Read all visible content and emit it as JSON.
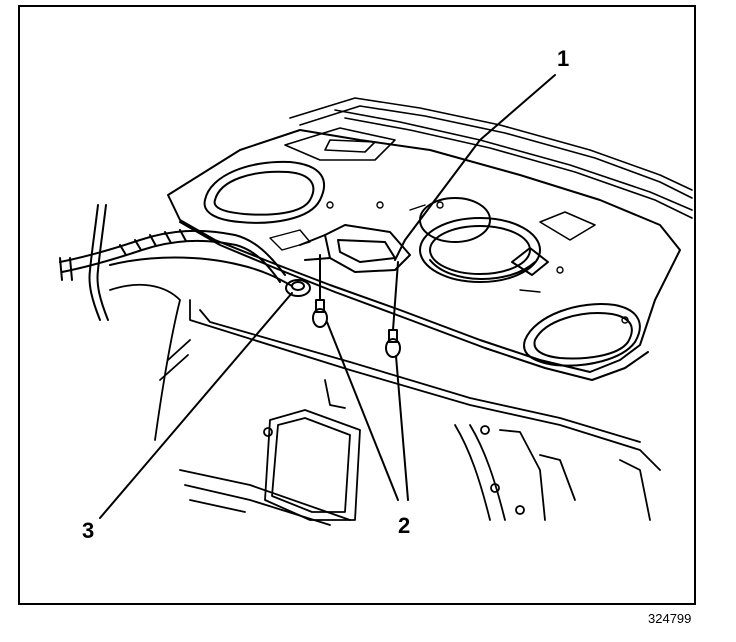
{
  "callouts": {
    "one": "1",
    "two": "2",
    "three": "3"
  },
  "figure_number": "324799",
  "colors": {
    "ink": "#000000",
    "paper": "#ffffff"
  }
}
